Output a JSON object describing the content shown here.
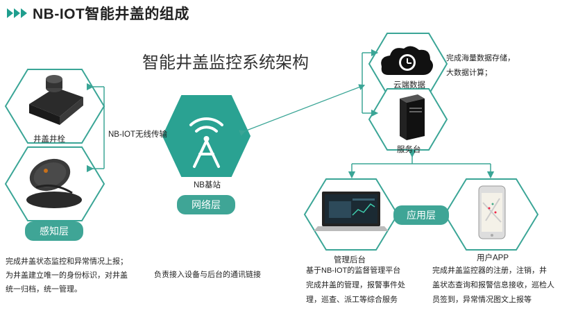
{
  "title": "NB-IOT智能井盖的组成",
  "arch_title": "智能井盖监控系统架构",
  "perception": {
    "device1_label": "井盖井栓",
    "link_label": "NB-IOT无线传输",
    "layer": "感知层",
    "desc": [
      "完成井盖状态监控和异常情况上报；",
      "为井盖建立唯一的身份标识，对井盖",
      "统一归档，统一管理。"
    ]
  },
  "network": {
    "station_label": "NB基站",
    "layer": "网络层",
    "desc": "负责接入设备与后台的通讯链接"
  },
  "cloud": {
    "label": "云端数据",
    "desc": [
      "完成海量数据存储，",
      "大数据计算；"
    ]
  },
  "server": {
    "label": "服务台"
  },
  "application": {
    "layer": "应用层",
    "backend_label": "管理后台",
    "backend_desc": [
      "基于NB-IOT的监督管理平台",
      "完成井盖的管理，报警事件处",
      "理，巡查、派工等综合服务"
    ],
    "app_label": "用户APP",
    "app_desc": [
      "完成井盖监控器的注册，注销，井",
      "盖状态查询和报警信息接收，巡检人",
      "员签到，异常情况图文上报等"
    ]
  },
  "colors": {
    "accent": "#3fa596",
    "hex_stroke": "#3aa596",
    "title_arrow": "#1f9e8e"
  }
}
